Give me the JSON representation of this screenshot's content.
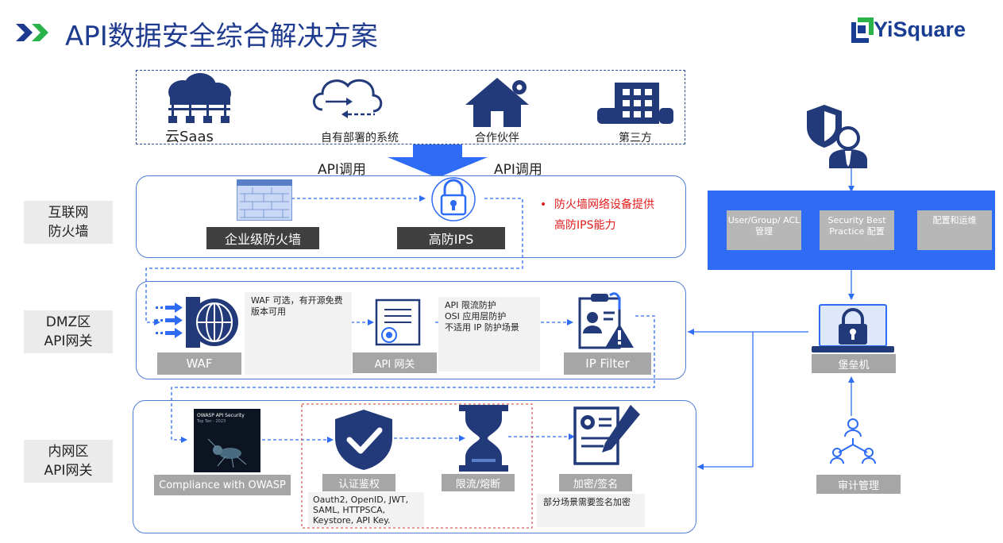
{
  "page": {
    "title": "API数据安全综合解决方案",
    "logo_text": "YiSquare"
  },
  "sources": {
    "items": [
      {
        "label": "云Saas",
        "icon": "cloud-network-icon"
      },
      {
        "label": "自有部署的系统",
        "icon": "cloud-sync-icon"
      },
      {
        "label": "合作伙伴",
        "icon": "house-gear-icon"
      },
      {
        "label": "第三方",
        "icon": "building-icon"
      }
    ]
  },
  "api_calls": {
    "left": "API调用",
    "right": "API调用"
  },
  "zones": {
    "internet": {
      "label_line1": "互联网",
      "label_line2": "防火墙",
      "firewall": "企业级防火墙",
      "ips": "高防IPS",
      "note_line1": "防火墙网络设备提供",
      "note_line2": "高防IPS能力"
    },
    "dmz": {
      "label_line1": "DMZ区",
      "label_line2": "API网关",
      "waf": "WAF",
      "waf_note": "WAF 可选，有开源免费版本可用",
      "api_gateway": "API 网关",
      "gw_note": [
        "API 限流防护",
        "OSI 应用层防护",
        "不适用 IP 防护场景"
      ],
      "ip_filter": "IP Filter"
    },
    "intranet": {
      "label_line1": "内网区",
      "label_line2": "API网关",
      "owasp_badge_line1": "OWASP API Security",
      "owasp_badge_line2": "Top Ten - 2023",
      "owasp": "Compliance with OWASP",
      "auth": "认证鉴权",
      "auth_note": "Oauth2, OpenID, JWT, SAML, HTTPSCA, Keystore, API Key.",
      "rate_limit": "限流/熔断",
      "encrypt": "加密/签名",
      "encrypt_note": "部分场景需要签名加密"
    }
  },
  "admin_panel": {
    "items": [
      "User/Group/ ACL 管理",
      "Security Best Practice 配置",
      "配置和运维"
    ]
  },
  "bastion": "堡垒机",
  "audit": "审计管理",
  "colors": {
    "primary_blue": "#2e6cf6",
    "dark_blue": "#1f3b8f",
    "green_accent": "#29b34a",
    "red_note": "#e21b1b"
  }
}
